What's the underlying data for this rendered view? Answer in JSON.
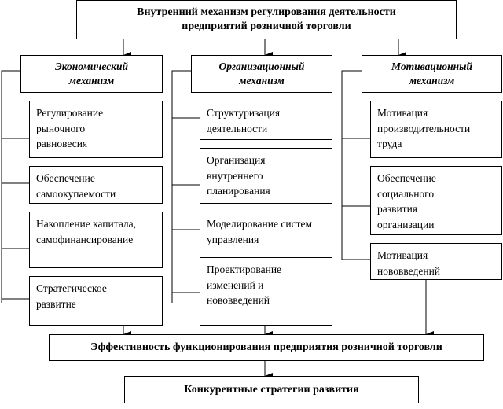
{
  "title": "Внутренний механизм регулирования деятельности предприятий розничной торговли",
  "mechanisms": [
    {
      "label": "Экономический механизм",
      "items": [
        "Регулирование рыночного равновесия",
        "Обеспечение самоокупаемости",
        "Накопление капитала, самофинансирование",
        "Стратегическое развитие"
      ]
    },
    {
      "label": "Организационный механизм",
      "items": [
        "Структуризация деятельности",
        "Организация внутреннего планирования",
        "Моделирование систем управления",
        "Проектирование изменений и нововведений"
      ]
    },
    {
      "label": "Мотивационный механизм",
      "items": [
        "Мотивация производительности труда",
        "Обеспечение социального развития организации",
        "Мотивация нововведений"
      ]
    }
  ],
  "efficiency": "Эффективность функционирования предприятия розничной торговли",
  "result": "Конкурентные стратегии развития"
}
